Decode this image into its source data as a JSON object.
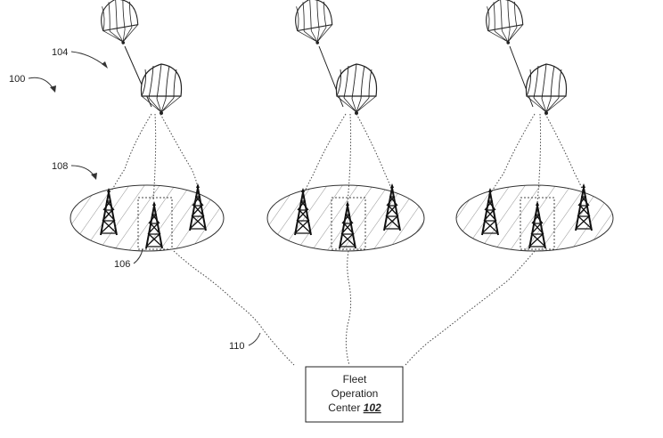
{
  "labels": {
    "system": "100",
    "balloon": "104",
    "coverage": "108",
    "ground_station": "106",
    "link": "110"
  },
  "fleet_center": {
    "line1": "Fleet",
    "line2": "Operation",
    "line3_prefix": "Center ",
    "line3_ref": "102"
  }
}
